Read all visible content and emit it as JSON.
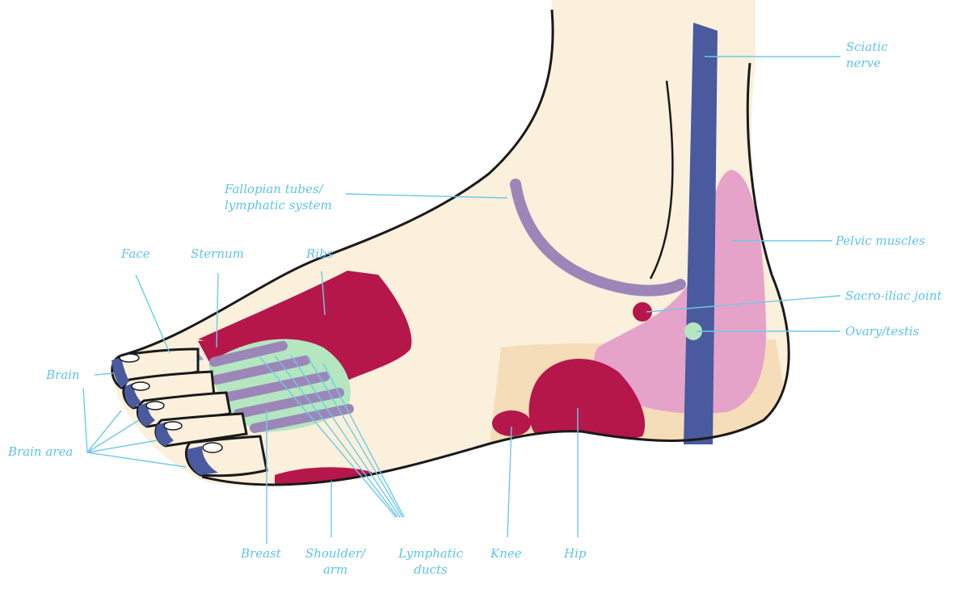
{
  "diagram": {
    "colors": {
      "skin": "#fbf0dc",
      "outline": "#1a1a1a",
      "blue": "#4a5a9e",
      "light_blue": "#8ca6d3",
      "crimson": "#b5174a",
      "lilac": "#9c86b8",
      "pink": "#e6a3c9",
      "mint": "#b4e6c0",
      "leader": "#6ec9e8"
    },
    "labels": {
      "sciatic_nerve": [
        "Sciatic",
        "nerve"
      ],
      "fallopian": [
        "Fallopian tubes/",
        "lymphatic system"
      ],
      "pelvic_muscles": "Pelvic muscles",
      "face": "Face",
      "sternum": "Sternum",
      "ribs": "Ribs",
      "sacro_iliac": "Sacro-iliac joint",
      "ovary": "Ovary/testis",
      "brain": "Brain",
      "brain_area": "Brain area",
      "breast": "Breast",
      "shoulder": [
        "Shoulder/",
        "arm"
      ],
      "lymphatic_ducts": [
        "Lymphatic",
        "ducts"
      ],
      "knee": "Knee",
      "hip": "Hip"
    }
  }
}
